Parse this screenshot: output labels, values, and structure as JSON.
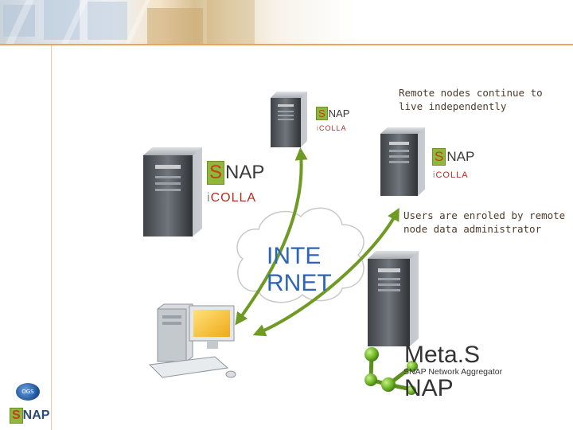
{
  "captions": {
    "remote_nodes": "Remote nodes continue to\nlive independently",
    "users_enroled": "Users are enroled by remote\nnode data administrator"
  },
  "nodes": {
    "snap_text": "NAP",
    "snap_s": "S",
    "colla_text": "COLLA",
    "colla_i": "i"
  },
  "internet": {
    "label": "INTE\nRNET"
  },
  "metasnap": {
    "title_line1": "Meta.S",
    "subtitle": "SNAP Network Aggregator",
    "title_line2": "NAP"
  },
  "corner": {
    "logo_text": "OGS",
    "snap_s": "S",
    "snap_text": "NAP"
  },
  "colors": {
    "arrow": "#6f9a23",
    "caption": "#4d3a2a",
    "internet": "#2c64b8",
    "accent_line": "#f2a05a",
    "node_ball": "#7bbd2c"
  }
}
